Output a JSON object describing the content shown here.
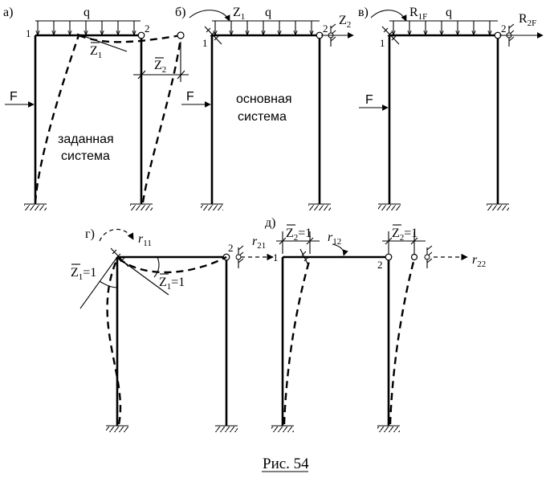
{
  "labels": {
    "a": "а)",
    "b": "б)",
    "v": "в)",
    "g": "г)",
    "d": "д)",
    "q": "q",
    "F": "F",
    "n1": "1",
    "n2": "2",
    "Z1": "Z",
    "Z2": "Z",
    "sub1": "1",
    "sub2": "2",
    "R": "R",
    "sub1F": "1F",
    "sub2F": "2F",
    "r": "r",
    "sub11": "11",
    "sub21": "21",
    "sub12": "12",
    "sub22": "22",
    "eq1": "=1",
    "given1": "заданная",
    "given2": "система",
    "basic1": "основная",
    "basic2": "система"
  },
  "caption": "Рис. 54"
}
